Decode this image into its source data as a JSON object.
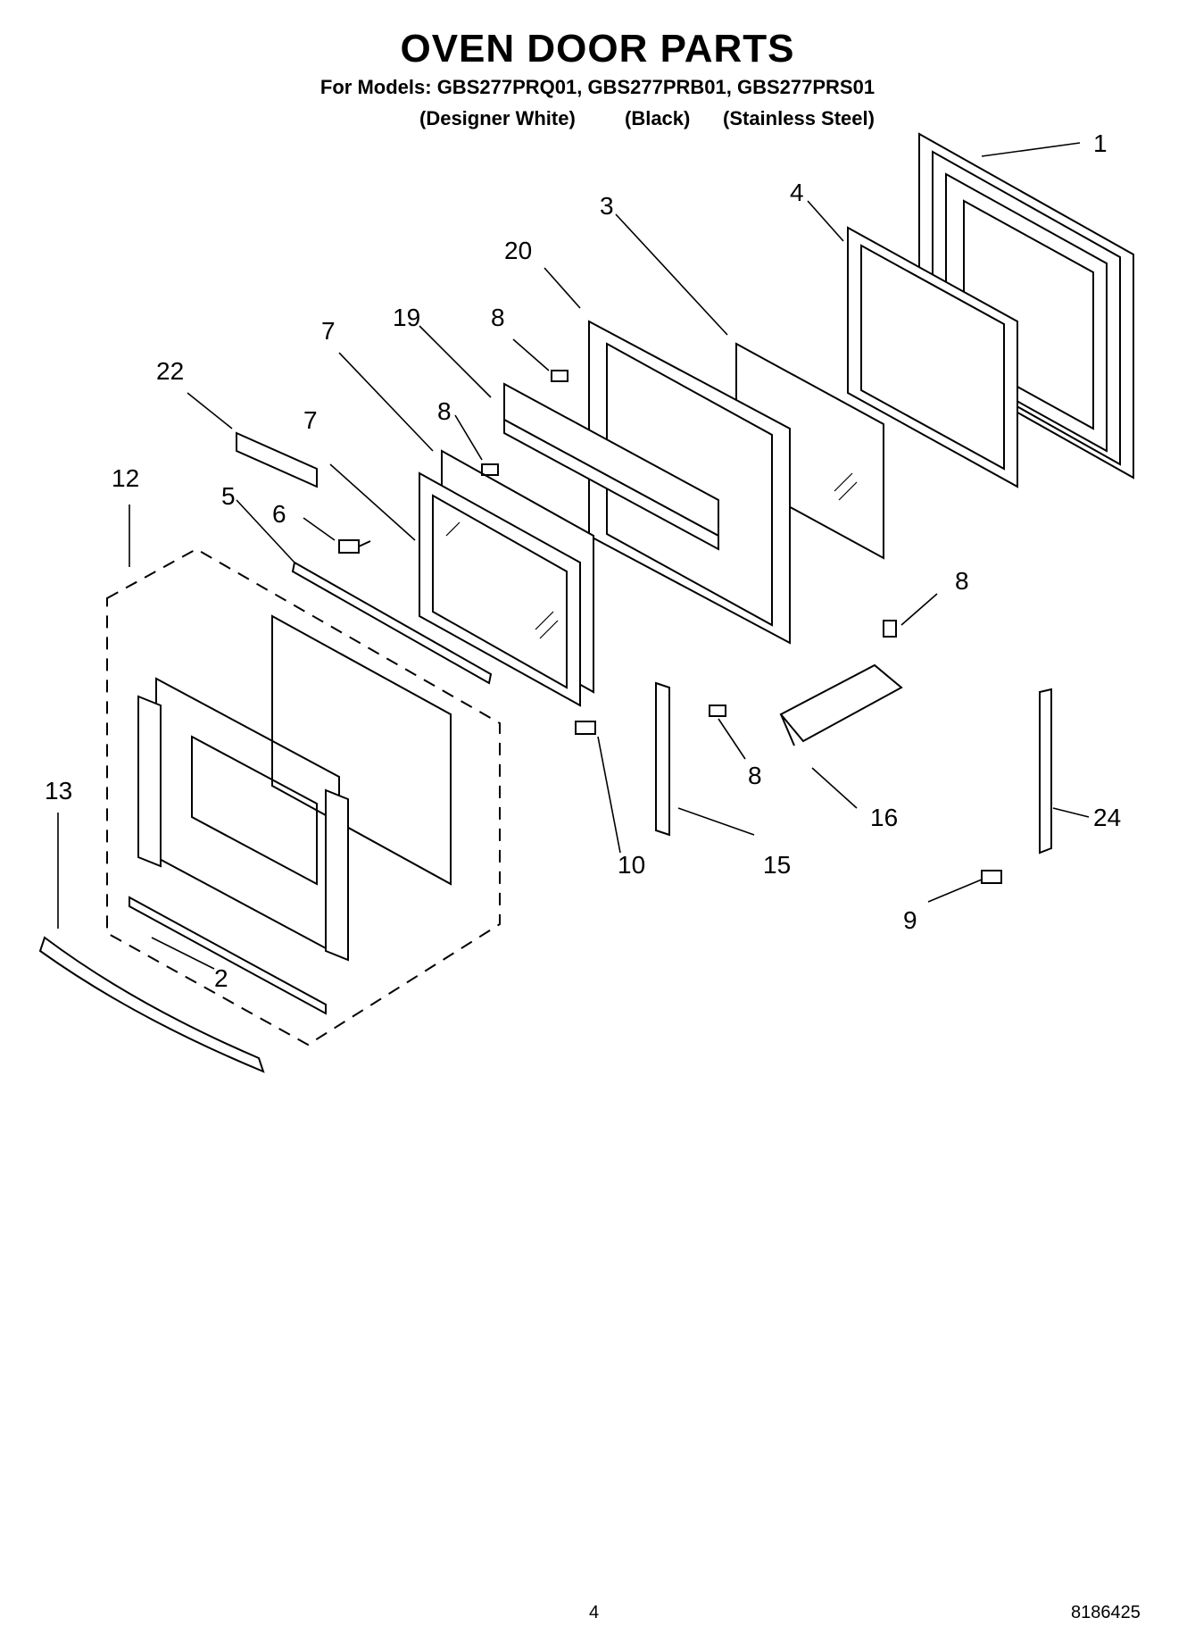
{
  "title": "OVEN DOOR PARTS",
  "models_line": "For Models: GBS277PRQ01, GBS277PRB01, GBS277PRS01",
  "finishes": [
    "(Designer White)",
    "(Black)",
    "(Stainless Steel)"
  ],
  "callouts": [
    "1",
    "2",
    "3",
    "4",
    "5",
    "6",
    "7",
    "7",
    "8",
    "8",
    "8",
    "8",
    "9",
    "10",
    "12",
    "13",
    "15",
    "16",
    "19",
    "20",
    "22",
    "24"
  ],
  "page_number": "4",
  "document_number": "8186425"
}
